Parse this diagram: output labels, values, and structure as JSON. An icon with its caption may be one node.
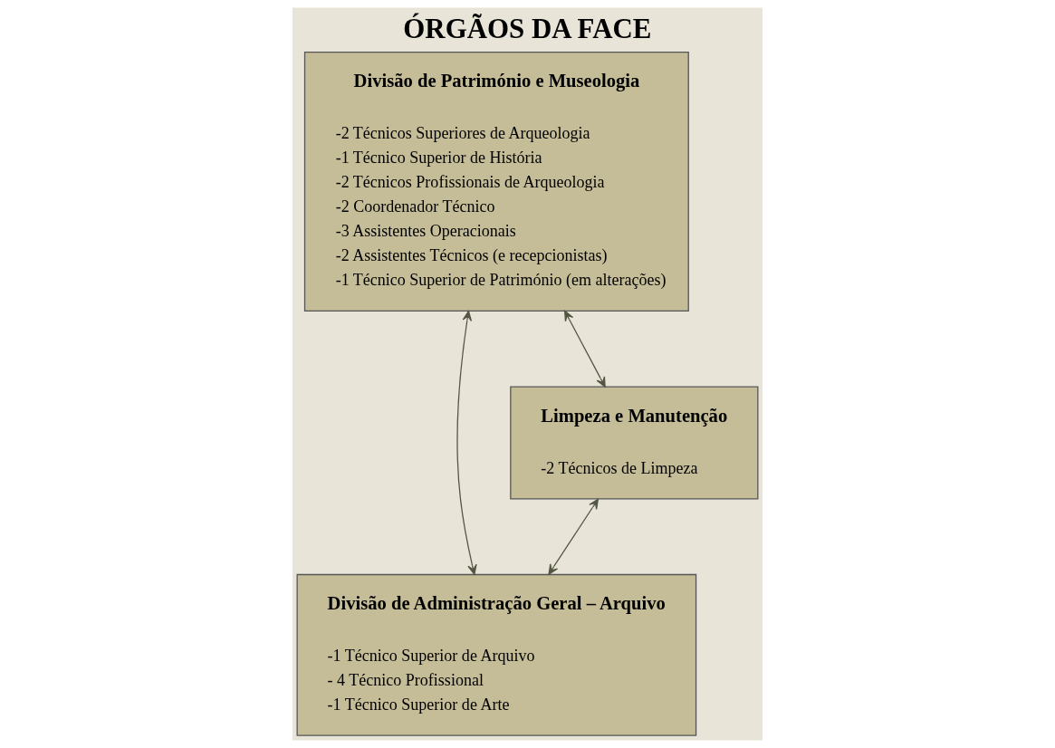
{
  "diagram": {
    "title": "ÓRGÃOS DA FACE",
    "nodes": [
      {
        "text": [
          "Divisão de Património e Museologia",
          "-2 Técnicos Superiores de Arqueologia",
          "-1 Técnico Superior de História",
          "-2 Técnicos Profissionais de Arqueologia",
          "-2 Coordenador Técnico",
          "-3 Assistentes Operacionais",
          "-2 Assistentes Técnicos (e recepcionistas)",
          "-1 Técnico Superior de Património (em alterações)"
        ]
      },
      {
        "text": [
          "Divisão de Administração Geral – Arquivo",
          "-1 Técnico Superior de Arquivo",
          "- 4 Técnico Profissional",
          "-1 Técnico Superior de Arte"
        ]
      },
      {
        "text": [
          "Limpeza e Manutenção",
          "-2 Técnicos de Limpeza"
        ]
      }
    ],
    "edges": [
      {
        "from": 0,
        "to": 1,
        "arrow": "both"
      },
      {
        "from": 0,
        "to": 2,
        "arrow": "both"
      },
      {
        "from": 2,
        "to": 1,
        "arrow": "both"
      }
    ]
  }
}
